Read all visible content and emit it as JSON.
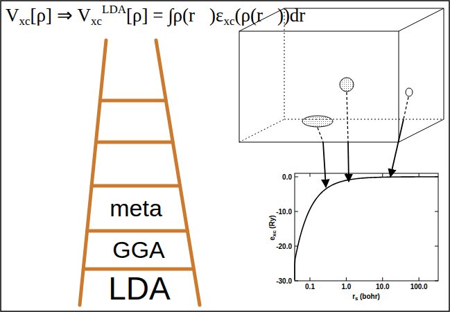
{
  "diagram": {
    "labels": [
      "V",
      "xc",
      "[ρ] ⇒ V",
      "xc",
      "LDA",
      "[ρ] = ∫ρ(r⃗)ε",
      "xc",
      "(ρ(r⃗))dr⃗",
      "meta",
      "GGA",
      "LDA",
      "0.0",
      "-10.0",
      "-20.0",
      "-30.0",
      "0.1",
      "1.0",
      "10.0",
      "100.0",
      "e",
      "xc",
      "(Ry)",
      "r",
      "s",
      "(bohr)"
    ]
  }
}
